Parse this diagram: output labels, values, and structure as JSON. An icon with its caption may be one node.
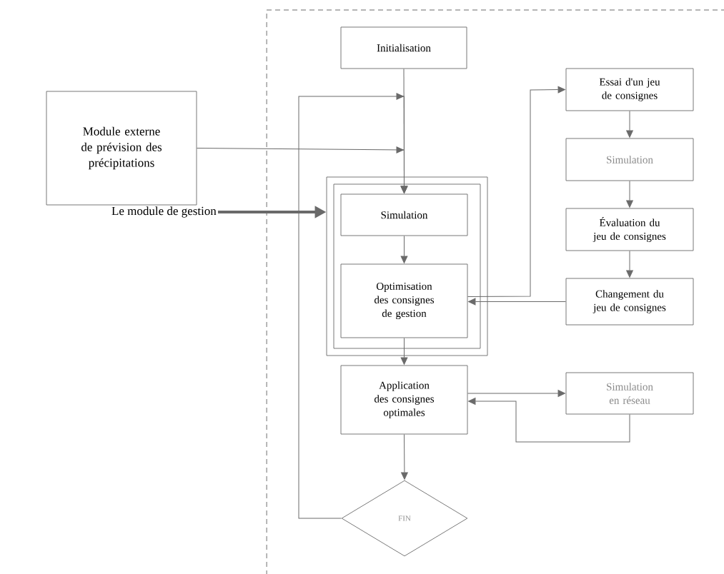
{
  "diagram": {
    "nodes": [
      {
        "text": [
          "Initialisation"
        ]
      },
      {
        "text": [
          "Module externe de prévision des précipitations"
        ]
      },
      {
        "text": [],
        "shape": "box"
      },
      {
        "text": [
          "Simulation"
        ],
        "in": 2
      },
      {
        "text": [
          "Optimisation des consignes de gestion"
        ],
        "in": 2
      },
      {
        "text": [
          "Essai d'un jeu de consignes"
        ]
      },
      {
        "text": [
          "Simulation"
        ]
      },
      {
        "text": [
          "Évaluation du jeu de consignes"
        ]
      },
      {
        "text": [
          "Changement du jeu de consignes"
        ]
      },
      {
        "text": [
          "Application des consignes optimales"
        ]
      },
      {
        "text": [
          "Simulation en réseau"
        ]
      },
      {
        "text": [
          "FIN"
        ]
      },
      {
        "text": [
          "Le module de gestion"
        ]
      }
    ],
    "edges": [
      {
        "from": 0,
        "to": 3,
        "arrow": "to"
      },
      {
        "from": 1,
        "to": 3,
        "arrow": "to"
      },
      {
        "from": 11,
        "to": 3,
        "arrow": "to"
      },
      {
        "from": 12,
        "to": 2,
        "arrow": "to",
        "style": "thick"
      },
      {
        "from": 3,
        "to": 4,
        "arrow": "to"
      },
      {
        "from": 4,
        "to": 5,
        "arrow": "to"
      },
      {
        "from": 5,
        "to": 6,
        "arrow": "to"
      },
      {
        "from": 6,
        "to": 7,
        "arrow": "to"
      },
      {
        "from": 7,
        "to": 8,
        "arrow": "to"
      },
      {
        "from": 8,
        "to": 4,
        "arrow": "to"
      },
      {
        "from": 4,
        "to": 9,
        "arrow": "to"
      },
      {
        "from": 9,
        "to": 10,
        "arrow": "to"
      },
      {
        "from": 10,
        "to": 9,
        "arrow": "to"
      },
      {
        "from": 9,
        "to": 11,
        "arrow": "to"
      }
    ]
  }
}
